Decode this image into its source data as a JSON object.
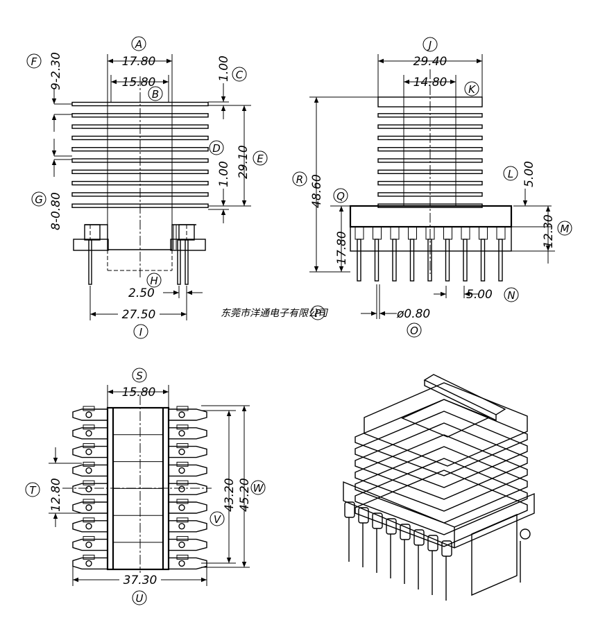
{
  "watermark": "东莞市洋通电子有限公司",
  "front_view": {
    "dims": {
      "d1780": "17.80",
      "d1580": "15.80",
      "d100_top": "1.00",
      "d2910": "29.10",
      "d100_mid": "1.00",
      "d9_230": "9-2.30",
      "d8_080": "8-0.80",
      "d250": "2.50",
      "d2750": "27.50"
    },
    "labels": {
      "A": "A",
      "B": "B",
      "C": "C",
      "D": "D",
      "E": "E",
      "F": "F",
      "G": "G",
      "H": "H",
      "I": "I"
    }
  },
  "side_view": {
    "dims": {
      "d2940": "29.40",
      "d1480": "14.80",
      "d4860": "48.60",
      "d1780": "17.80",
      "d500_v": "5.00",
      "d1230": "12.30",
      "d500_h": "5.00",
      "d080": "ø0.80"
    },
    "labels": {
      "J": "J",
      "K": "K",
      "L": "L",
      "M": "M",
      "N": "N",
      "O": "O",
      "P": "P",
      "Q": "Q",
      "R": "R"
    }
  },
  "bottom_view": {
    "dims": {
      "d1580": "15.80",
      "d1280": "12.80",
      "d4320": "43.20",
      "d4520": "45.20",
      "d3730": "37.30"
    },
    "labels": {
      "S": "S",
      "T": "T",
      "U": "U",
      "V": "V",
      "W": "W"
    }
  }
}
